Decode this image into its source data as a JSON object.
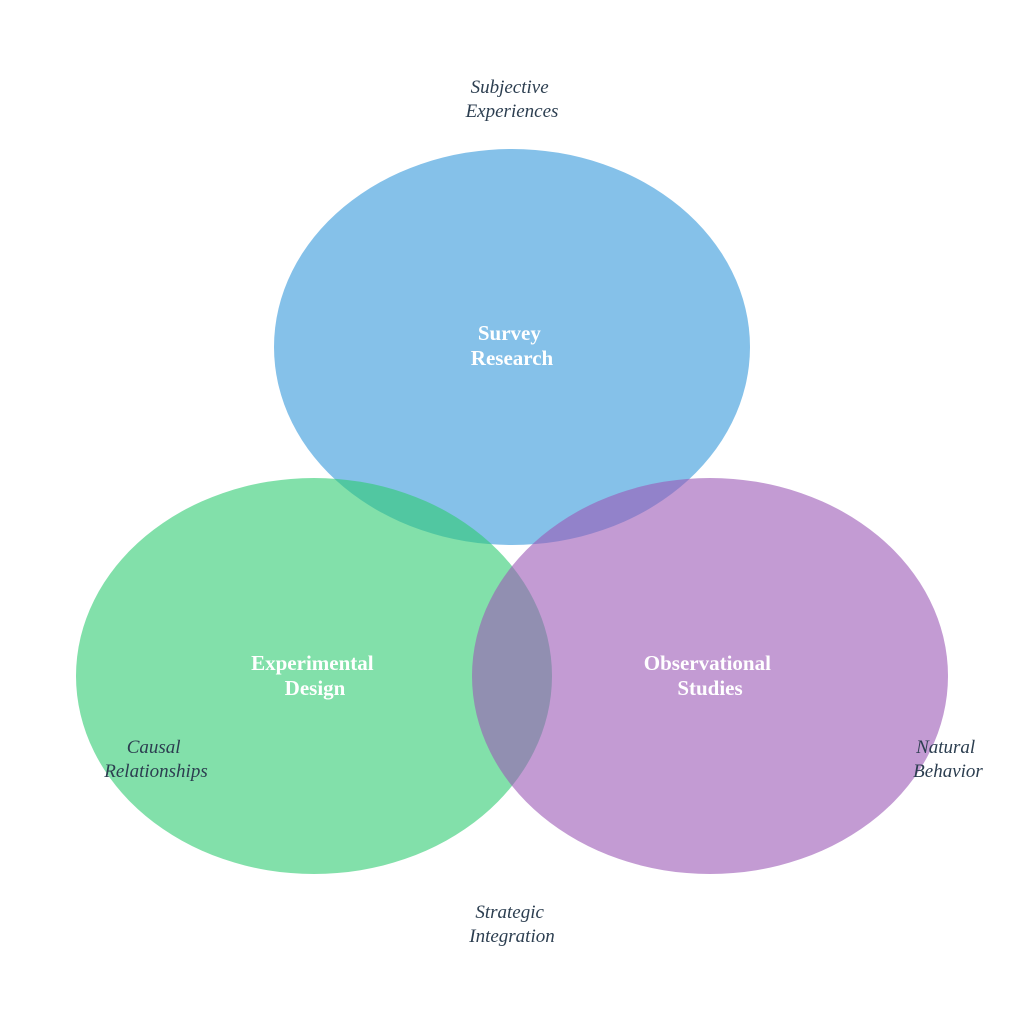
{
  "diagram": {
    "type": "venn",
    "sets": [
      {
        "id": "survey",
        "lines": [
          "Survey",
          "Research"
        ],
        "color": "#3498db"
      },
      {
        "id": "experimental",
        "lines": [
          "Experimental",
          "Design"
        ],
        "color": "#2ecc71"
      },
      {
        "id": "observational",
        "lines": [
          "Observational",
          "Studies"
        ],
        "color": "#9b59b6"
      }
    ],
    "annotations": [
      {
        "id": "subjective",
        "lines": [
          "Subjective",
          "Experiences"
        ]
      },
      {
        "id": "causal",
        "lines": [
          "Causal",
          "Relationships"
        ]
      },
      {
        "id": "natural",
        "lines": [
          "Natural",
          "Behavior"
        ]
      },
      {
        "id": "strategic",
        "lines": [
          "Strategic",
          "Integration"
        ]
      }
    ],
    "fill_opacity": 0.6
  }
}
